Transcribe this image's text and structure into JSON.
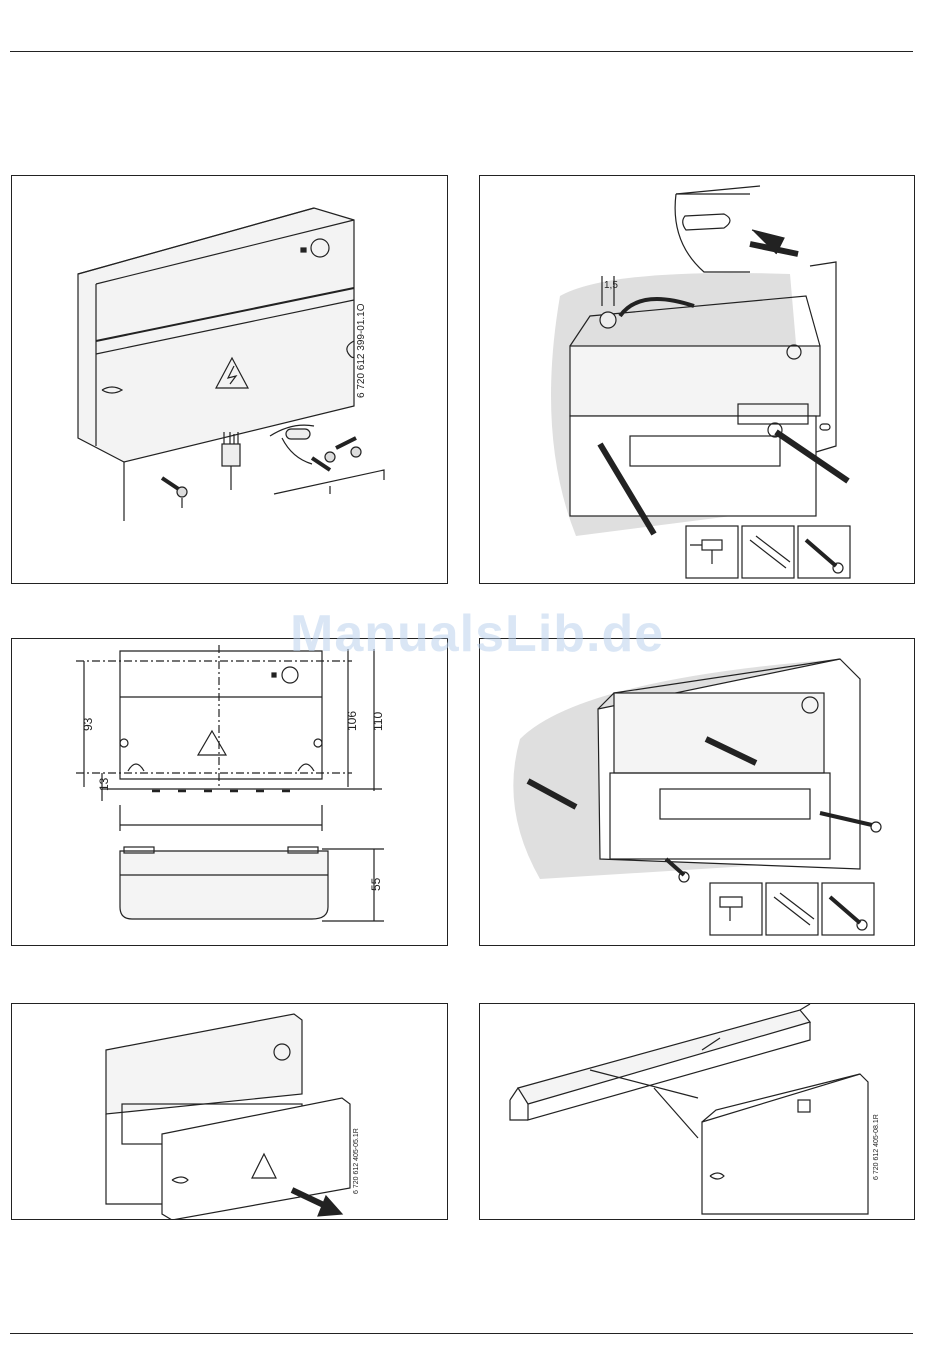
{
  "watermark": "ManualsLib.de",
  "figures": {
    "fig1": {
      "code": "6 720 612 399-01.1O"
    },
    "fig2": {
      "gap": "1,5"
    },
    "fig3": {
      "dim_93": "93",
      "dim_13": "13",
      "dim_106": "106",
      "dim_110": "110",
      "dim_55": "55"
    },
    "fig5": {
      "code": "6 720 612 405-05.1R"
    },
    "fig6": {
      "code": "6 720 612 405-08.1R"
    }
  },
  "icons": [
    "drill-icon",
    "wall-plug-icon",
    "screw-icon"
  ]
}
